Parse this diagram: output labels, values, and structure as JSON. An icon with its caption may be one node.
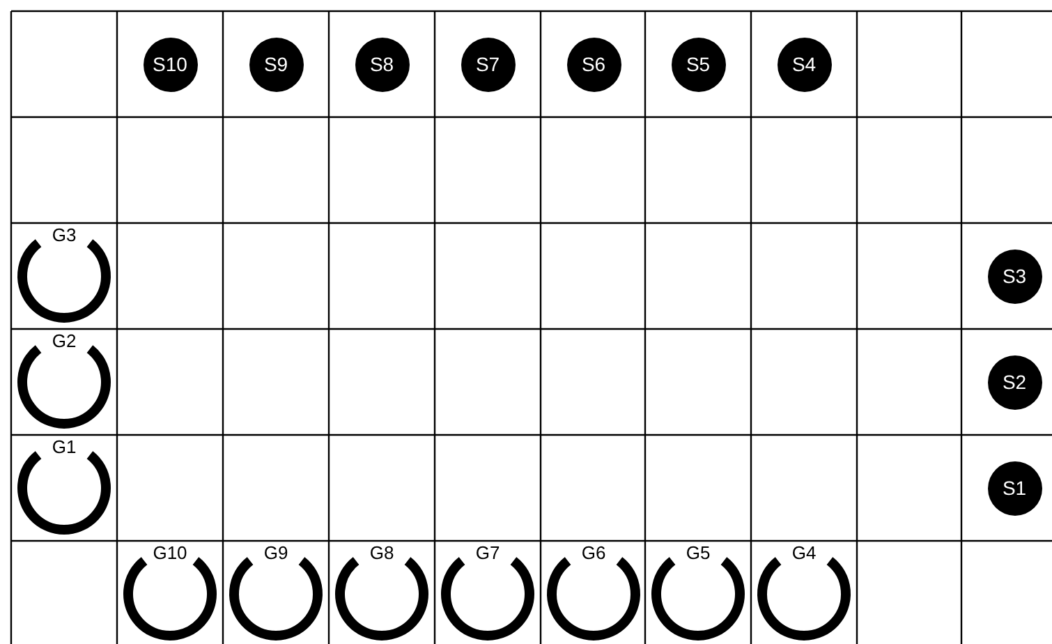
{
  "diagram": {
    "nodes": [
      {
        "text": [
          "S10"
        ]
      },
      {
        "text": [
          "S9"
        ]
      },
      {
        "text": [
          "S8"
        ]
      },
      {
        "text": [
          "S7"
        ]
      },
      {
        "text": [
          "S6"
        ]
      },
      {
        "text": [
          "S5"
        ]
      },
      {
        "text": [
          "S4"
        ]
      },
      {
        "text": [
          "G3"
        ]
      },
      {
        "text": [
          "S3"
        ]
      },
      {
        "text": [
          "G2"
        ]
      },
      {
        "text": [
          "S2"
        ]
      },
      {
        "text": [
          "G1"
        ]
      },
      {
        "text": [
          "S1"
        ]
      },
      {
        "text": [
          "G10"
        ]
      },
      {
        "text": [
          "G9"
        ]
      },
      {
        "text": [
          "G8"
        ]
      },
      {
        "text": [
          "G7"
        ]
      },
      {
        "text": [
          "G6"
        ]
      },
      {
        "text": [
          "G5"
        ]
      },
      {
        "text": [
          "G4"
        ]
      }
    ]
  }
}
